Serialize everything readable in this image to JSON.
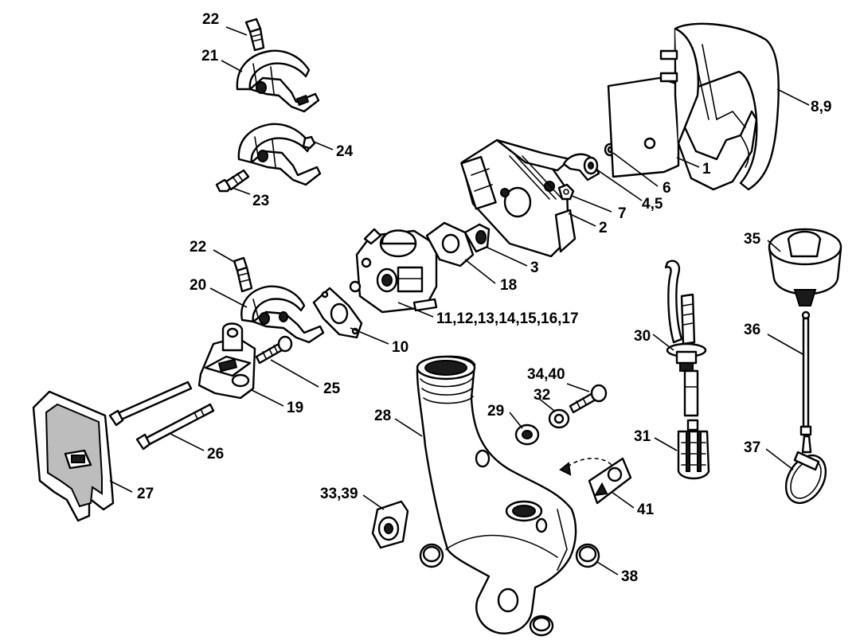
{
  "diagram": {
    "callouts": {
      "c22a": "22",
      "c21": "21",
      "c24": "24",
      "c23": "23",
      "c22b": "22",
      "c20": "20",
      "c25": "25",
      "c19": "19",
      "c26": "26",
      "c27": "27",
      "c18": "18",
      "c3": "3",
      "c2": "2",
      "c7": "7",
      "c45": "4,5",
      "c6": "6",
      "c1": "1",
      "c89": "8,9",
      "c11_17": "11,12,13,14,15,16,17",
      "c10": "10",
      "c28": "28",
      "c29": "29",
      "c32": "32",
      "c3440": "34,40",
      "c30": "30",
      "c31": "31",
      "c35": "35",
      "c36": "36",
      "c37": "37",
      "c41": "41",
      "c3339": "33,39",
      "c38": "38"
    },
    "colors": {
      "line": "#000000",
      "background": "#ffffff"
    }
  }
}
